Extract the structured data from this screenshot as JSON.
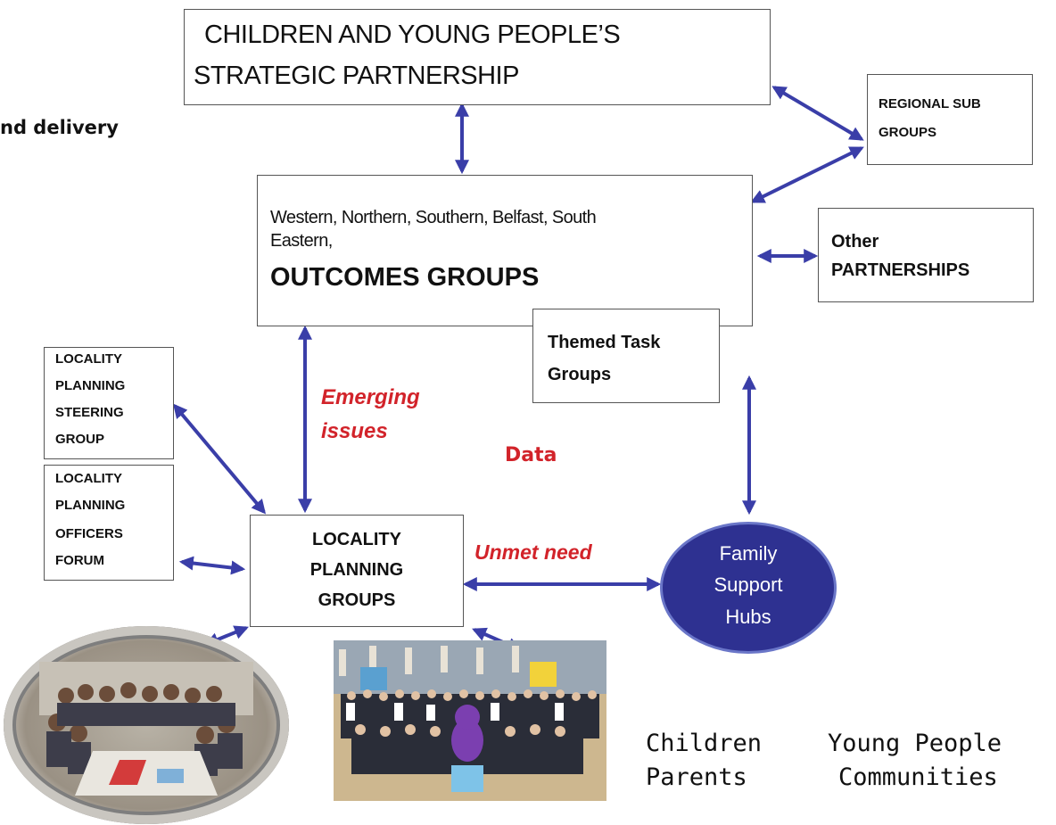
{
  "header_fragment": "nd delivery",
  "strategic": {
    "line1": "CHILDREN AND YOUNG PEOPLE’S",
    "line2": "STRATEGIC PARTNERSHIP"
  },
  "regional": {
    "line1": "REGIONAL SUB",
    "line2": "GROUPS"
  },
  "outcomes": {
    "line1": "Western, Northern, Southern, Belfast, South",
    "line2": "Eastern,",
    "title": "OUTCOMES GROUPS"
  },
  "other": {
    "line1": "Other",
    "line2": "PARTNERSHIPS"
  },
  "themed": {
    "line1": "Themed Task",
    "line2": "Groups"
  },
  "steering": {
    "lines": [
      "LOCALITY",
      "PLANNING",
      "STEERING",
      "GROUP"
    ]
  },
  "officers": {
    "lines": [
      "LOCALITY",
      "PLANNING",
      "OFFICERS",
      "FORUM"
    ]
  },
  "lpg": {
    "lines": [
      "LOCALITY",
      "PLANNING",
      "GROUPS"
    ]
  },
  "hub": {
    "lines": [
      "Family",
      "Support",
      "Hubs"
    ]
  },
  "labels": {
    "emerging1": "Emerging",
    "emerging2": "issues",
    "data": "Data",
    "unmet": "Unmet need"
  },
  "audience": {
    "col1": [
      "Children",
      "Parents"
    ],
    "col2": [
      "Young People",
      "Communities"
    ]
  },
  "colors": {
    "arrow": "#3a3ea8",
    "hub_fill": "#2e3191",
    "label_red": "#d2232a"
  }
}
